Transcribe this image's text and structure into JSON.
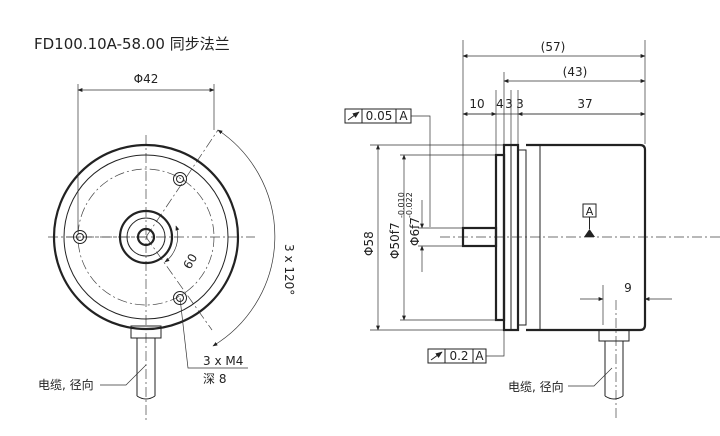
{
  "title": "FD100.10A-58.00 同步法兰",
  "front_view": {
    "dim_diameter": "Φ42",
    "dim_angle": "60",
    "dim_holes_pattern": "3 x 120°",
    "thread_label": "3 x M4",
    "thread_depth": "深 8",
    "cable_label": "电缆, 径向"
  },
  "side_view": {
    "dim_total": "(57)",
    "dim_body": "(43)",
    "dim_shaft": "10",
    "dim_flange": "4",
    "dim_a": "3",
    "dim_b": "3",
    "dim_housing": "37",
    "tol_top": "0.05",
    "tol_bottom": "0.2",
    "datum": "A",
    "dia_body": "Φ58",
    "dia_spigot": "Φ50f7",
    "dia_shaft": "Φ6f7",
    "shaft_tol_upper": "-0.010",
    "shaft_tol_lower": "-0.022",
    "dim_cable_offset": "9",
    "cable_label": "电缆, 径向"
  }
}
